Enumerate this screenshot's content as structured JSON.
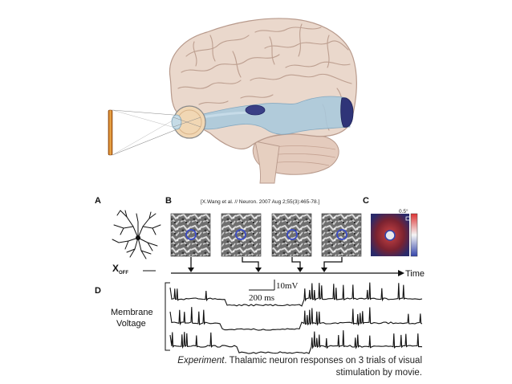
{
  "panels": {
    "a": "A",
    "b": "B",
    "c": "C",
    "d": "D"
  },
  "citation": "[X.Wang et al. // Neuron. 2007 Aug 2;55(3):465-78.]",
  "cell_label": {
    "main": "X",
    "sub": "OFF"
  },
  "rf_scale": "0.5°",
  "time_label": "Time",
  "scale_bar": {
    "voltage": "10mV",
    "time": "200 ms"
  },
  "trace_label": {
    "line1": "Membrane",
    "line2": "Voltage"
  },
  "caption": {
    "lead": "Experiment",
    "text": ". Thalamic neuron responses on 3 trials of visual stimulation by movie."
  },
  "colors": {
    "brain": "#ead8cc",
    "brain_fold": "#b89a8c",
    "visual_pathway": "#a9c8dc",
    "lgn": "#3a3f86",
    "cortex_v1": "#2f3478",
    "eye": "#f1d7b4",
    "stimulus_bar": "#d88a2a"
  }
}
